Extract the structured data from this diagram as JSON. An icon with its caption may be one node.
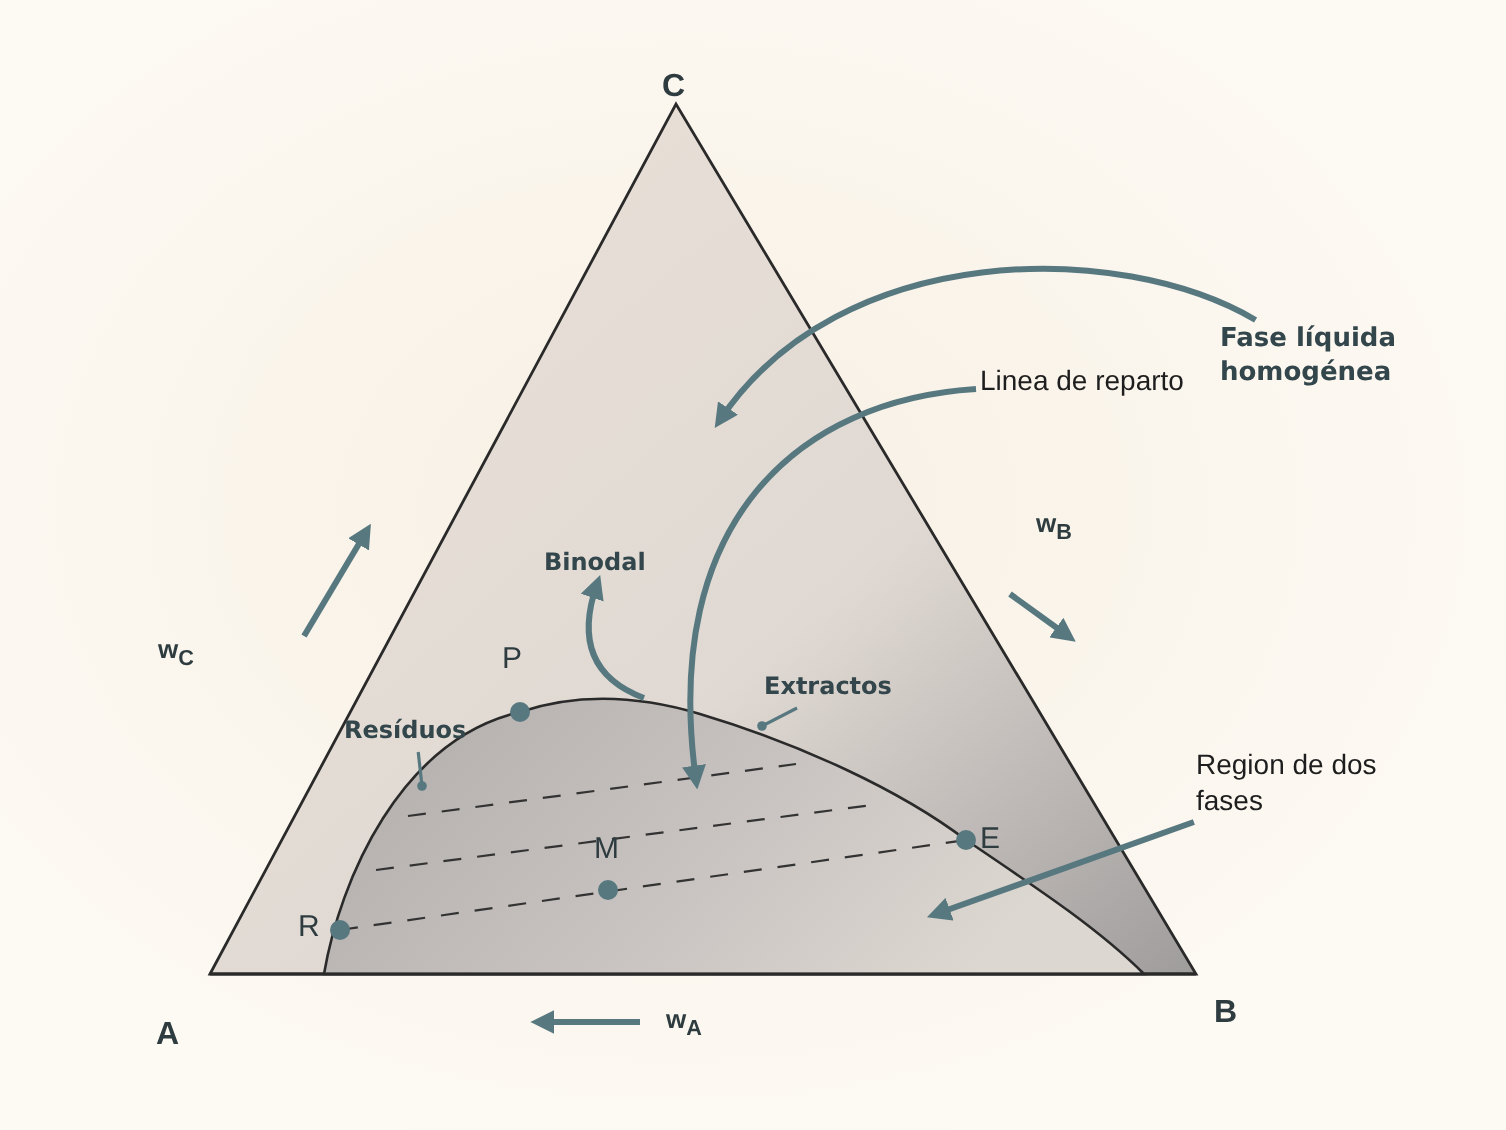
{
  "diagram": {
    "nodes": [
      {
        "text": [
          "Fase líquida homogénea"
        ]
      },
      {
        "text": [
          "Linea de reparto"
        ]
      },
      {
        "text": [
          "Binodal"
        ]
      },
      {
        "text": [
          "Extractos"
        ]
      },
      {
        "text": [
          "Resíduos"
        ]
      },
      {
        "text": [
          "Region de dos fases"
        ]
      }
    ],
    "edges": [
      {
        "from": 0,
        "to": null,
        "arrow": "to"
      },
      {
        "from": 1,
        "to": null,
        "arrow": "to"
      },
      {
        "from": null,
        "to": 2,
        "arrow": "to"
      },
      {
        "from": 3,
        "to": null,
        "arrow": "other"
      },
      {
        "from": 4,
        "to": null,
        "arrow": "other"
      },
      {
        "from": 5,
        "to": null,
        "arrow": "to"
      }
    ],
    "labels": [
      "C",
      "w$_{C}$",
      "w$_{B}$",
      "P",
      "M",
      "R",
      "E",
      "A",
      "w$_{A}$",
      "B"
    ]
  }
}
